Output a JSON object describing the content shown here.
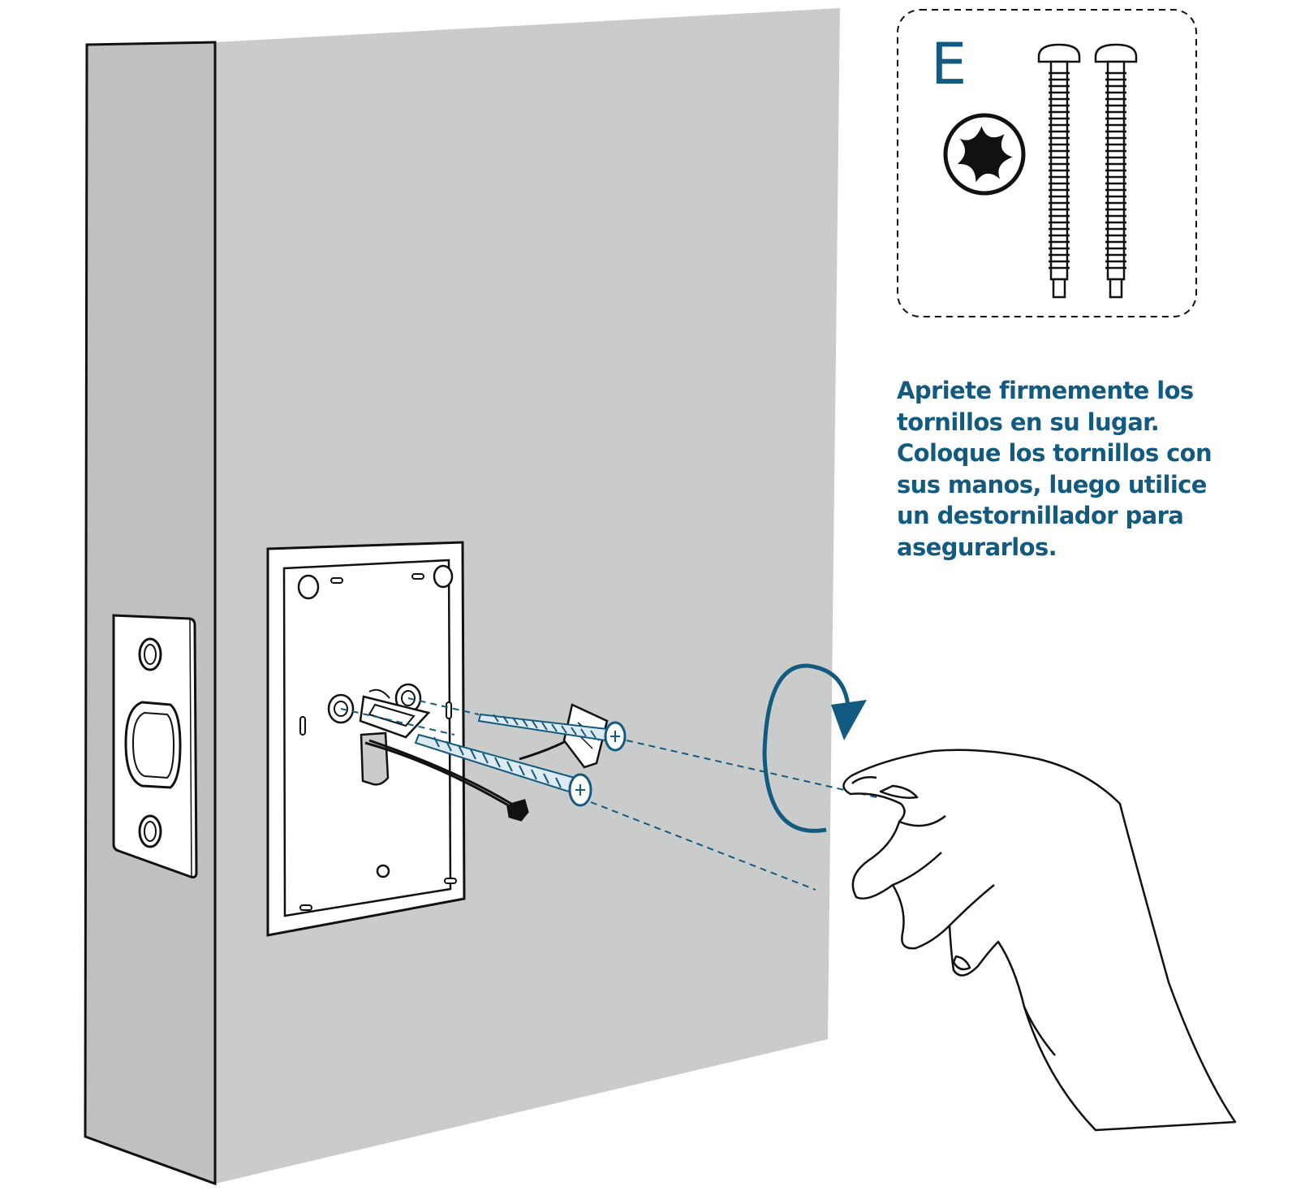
{
  "colors": {
    "accent_blue": "#135a80",
    "door_face": "#cacccb",
    "door_edge": "#bfc1c0",
    "outline": "#111111",
    "plate": "#ffffff"
  },
  "inset": {
    "letter": "E",
    "tool_icon": "phillips-screwdriver-icon",
    "part_icon": "machine-screw-icon"
  },
  "instruction": {
    "lines": [
      "Apriete firmemente los",
      "tornillos en su lugar.",
      "Coloque los tornillos con",
      "sus manos, luego utilice",
      "un destornillador para",
      "asegurarlos."
    ]
  },
  "icons": {
    "rotate": "clockwise-rotation-arrow-icon",
    "hand": "hand-icon",
    "door": "door-icon",
    "latch": "latch-plate-icon",
    "mounting_plate": "mounting-plate-icon"
  }
}
